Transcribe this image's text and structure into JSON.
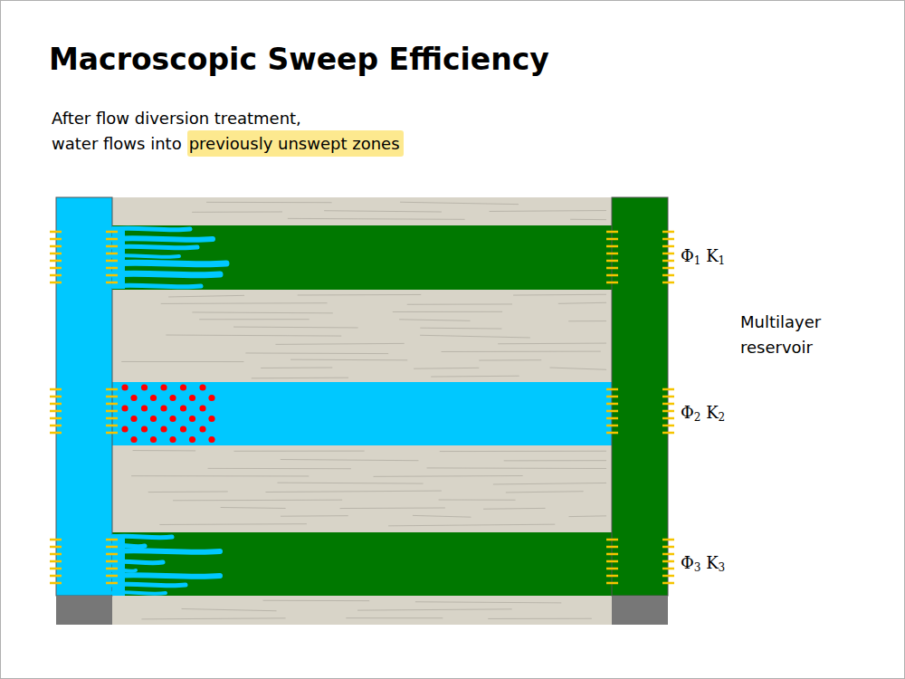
{
  "diagram": {
    "title": "Macroscopic Sweep Efficiency",
    "labels": [
      "After flow diversion treatment,",
      "water flows into",
      "previously unswept zones",
      "Φ1 K1",
      "Φ2 K2",
      "Φ3 K3",
      "Multilayer reservoir"
    ]
  }
}
